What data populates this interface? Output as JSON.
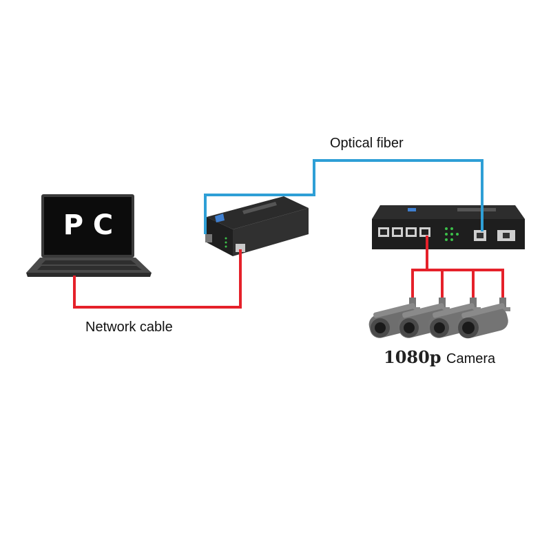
{
  "labels": {
    "optical_fiber": "Optical fiber",
    "network_cable": "Network cable",
    "resolution": "1080p",
    "camera": "Camera"
  },
  "pc": {
    "screen_text": "P C"
  },
  "colors": {
    "fiber": "#2e9fd6",
    "network": "#e5212a",
    "device_dark": "#2a2a2a",
    "led_green": "#3cc04a",
    "screen": "#0c0c0c"
  },
  "icons": {
    "laptop": "laptop-icon",
    "media_converter": "media-converter-icon",
    "switch": "fiber-switch-icon",
    "camera": "bullet-camera-icon"
  },
  "camera_count": 4
}
